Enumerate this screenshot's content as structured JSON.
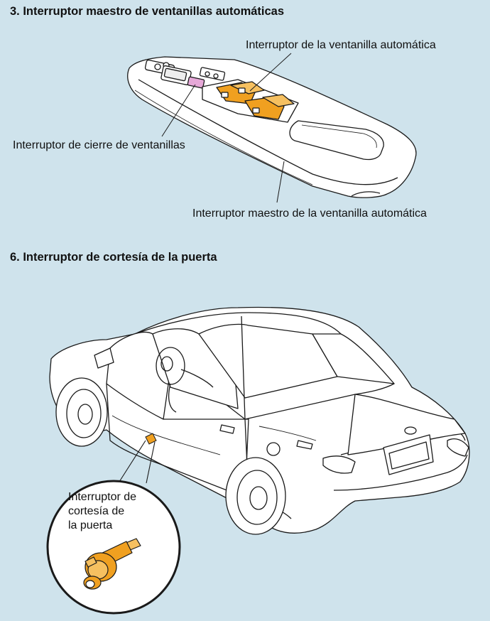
{
  "section_3": {
    "heading": "3. Interruptor maestro de ventanillas automáticas",
    "labels": {
      "auto_window_switch": "Interruptor de la ventanilla automática",
      "window_lock_switch": "Interruptor de cierre de ventanillas",
      "master_switch": "Interruptor maestro de la ventanilla automática"
    }
  },
  "section_6": {
    "heading": "6. Interruptor de cortesía de la puerta",
    "labels": {
      "courtesy_line1": "Interruptor de",
      "courtesy_line2": "cortesía de",
      "courtesy_line3": "la puerta"
    }
  },
  "colors": {
    "background": "#cfe3ec",
    "switch_orange": "#f0a020",
    "lock_pink": "#e6a8d8",
    "line": "#1a1a1a",
    "body_fill": "#ffffff"
  },
  "icons": [
    "window-switch-panel",
    "sedan-car",
    "door-courtesy-switch-icon"
  ]
}
